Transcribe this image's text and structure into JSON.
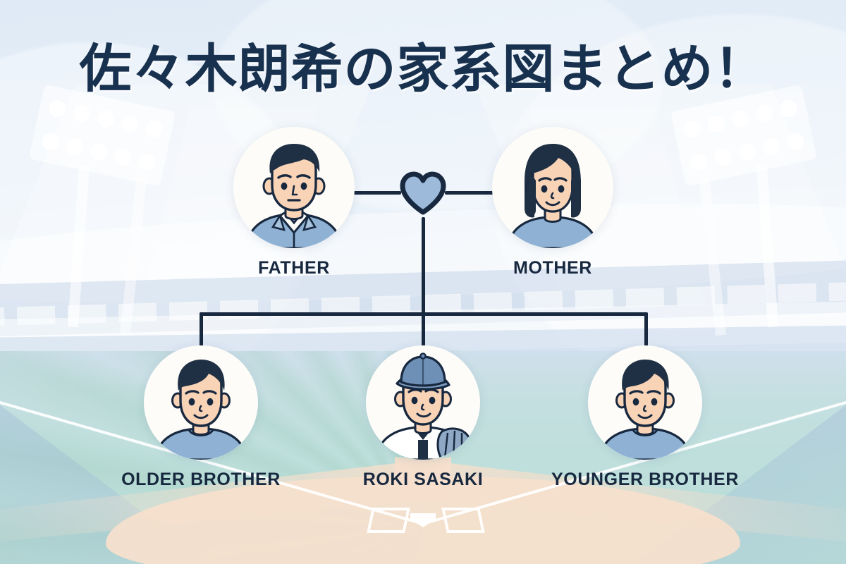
{
  "page": {
    "title": "佐々木朗希の家系図まとめ！",
    "language": "ja",
    "theme": {
      "navy": "#17283f",
      "title_navy": "#18314f",
      "sky": "#e3edf7",
      "field_green": "#bedfdb",
      "dirt": "#f6dfcc",
      "shirt_blue": "#8fb2d4",
      "skin": "#f8d3b6",
      "hair_navy": "#1f3044",
      "heart_fill": "#9dbada",
      "avatar_bg": "#fdfcf8"
    }
  },
  "background": {
    "scene": "baseball-stadium",
    "floodlight_left": {
      "name": "floodlight-tower-left",
      "bulbs": 10
    },
    "floodlight_right": {
      "name": "floodlight-tower-right",
      "bulbs": 10
    },
    "field": {
      "home_plate": "home-plate",
      "batters_box_left": "batters-box-left",
      "batters_box_right": "batters-box-right",
      "foul_line_left": "foul-line-left",
      "foul_line_right": "foul-line-right"
    }
  },
  "tree": {
    "parents": [
      {
        "id": "father",
        "label": "FATHER",
        "avatar": "man-collared-shirt"
      },
      {
        "id": "mother",
        "label": "MOTHER",
        "avatar": "woman-bob-hair"
      }
    ],
    "union_icon": "heart-icon",
    "children": [
      {
        "id": "older-brother",
        "label": "OLDER BROTHER",
        "avatar": "boy-tshirt"
      },
      {
        "id": "roki-sasaki",
        "label": "ROKI SASAKI",
        "avatar": "baseball-player-cap-glove"
      },
      {
        "id": "younger-brother",
        "label": "YOUNGER BROTHER",
        "avatar": "boy-tshirt"
      }
    ]
  }
}
